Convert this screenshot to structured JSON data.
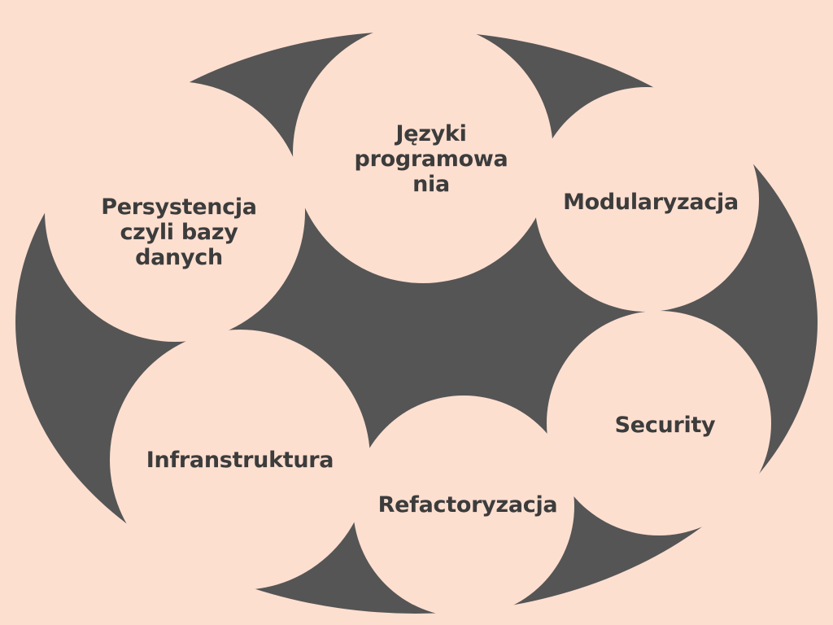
{
  "colors": {
    "background": "#fddfd0",
    "blob": "#555555",
    "circle": "#fddfd0",
    "text": "#3c3c3c"
  },
  "nodes": [
    {
      "id": "jezyki",
      "lines": [
        "Języki",
        "programowa",
        "nia"
      ]
    },
    {
      "id": "modularyzacja",
      "lines": [
        "Modularyzacja"
      ]
    },
    {
      "id": "security",
      "lines": [
        "Security"
      ]
    },
    {
      "id": "refactoryzacja",
      "lines": [
        "Refactoryzacja"
      ]
    },
    {
      "id": "infranstruktura",
      "lines": [
        "Infranstruktura"
      ]
    },
    {
      "id": "persystencja",
      "lines": [
        "Persystencja",
        "czyli bazy",
        "danych"
      ]
    }
  ]
}
